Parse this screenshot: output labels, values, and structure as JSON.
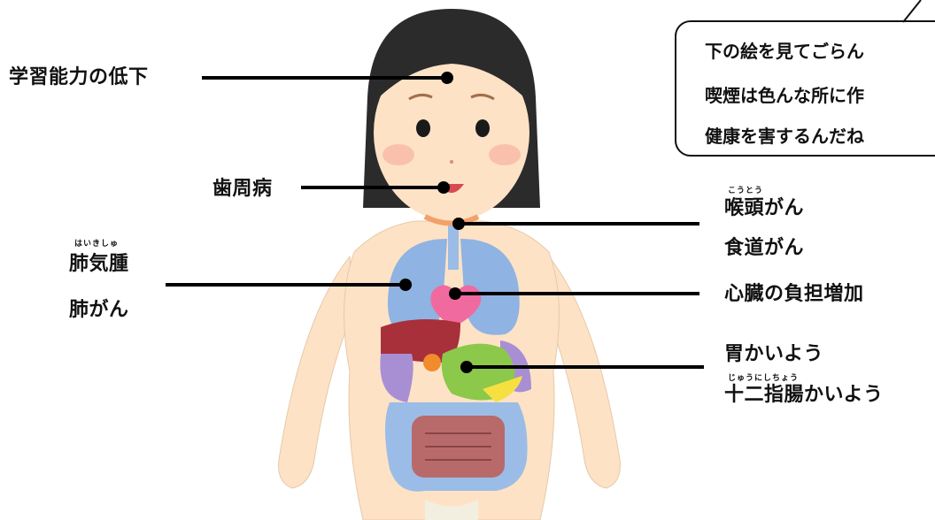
{
  "speech_bubble": {
    "lines": [
      "下の絵を見てごらん",
      "喫煙は色んな所に作",
      "健康を害するんだね"
    ]
  },
  "labels": {
    "brain": "学習能力の低下",
    "gums": "歯周病",
    "lungs_1": "肺気腫",
    "lungs_1_ruby": "はいきしゅ",
    "lungs_2": "肺がん",
    "throat_1": "喉頭がん",
    "throat_1_ruby": "こうとう",
    "throat_2": "食道がん",
    "heart": "心臓の負担増加",
    "stomach_1": "胃かいよう",
    "stomach_2": "十二指腸かいよう",
    "stomach_2_ruby": "じゅうにしちょう"
  },
  "colors": {
    "hair": "#2b2b2b",
    "skin": "#fde2c6",
    "lung": "#8fb3e2",
    "heart": "#f06aa0",
    "liver": "#a8303a",
    "stomach": "#8cc84a",
    "intestine": "#b86a6a",
    "line": "#000000"
  }
}
